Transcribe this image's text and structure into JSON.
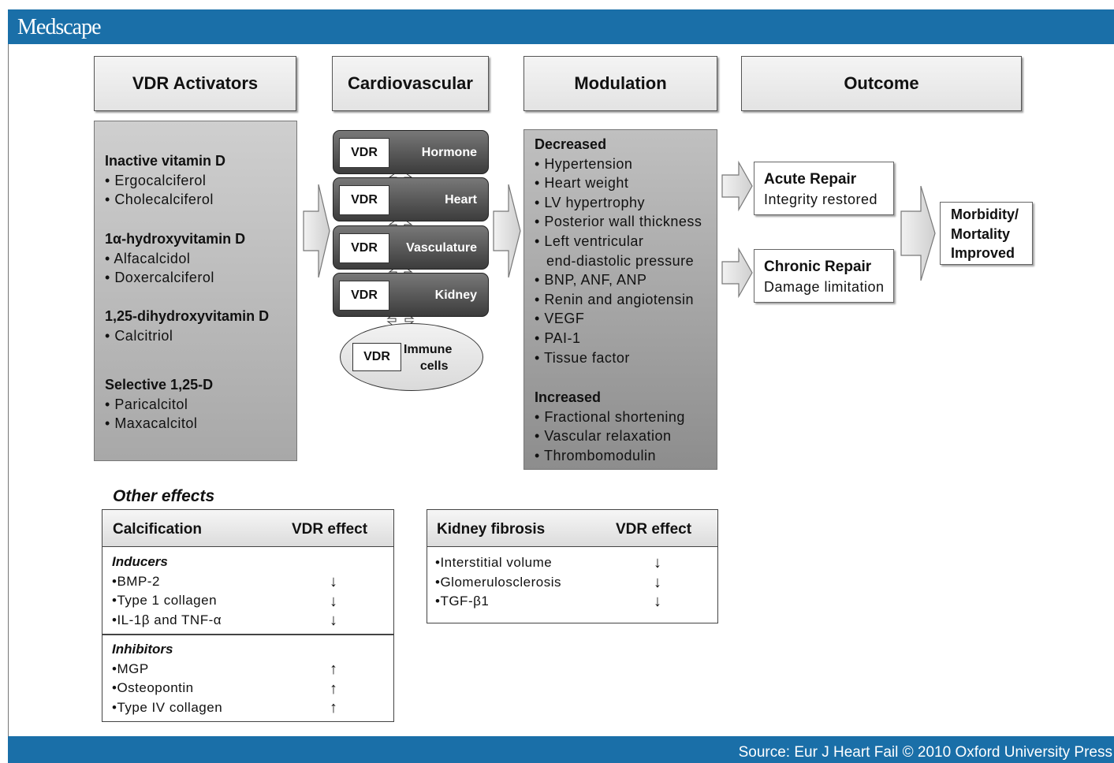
{
  "header": {
    "brand": "Medscape"
  },
  "footer": {
    "source": "Source: Eur J Heart Fail © 2010 Oxford University Press"
  },
  "columns": {
    "activators": "VDR Activators",
    "cardiovascular": "Cardiovascular",
    "modulation": "Modulation",
    "outcome": "Outcome"
  },
  "activators": [
    {
      "title": "Inactive vitamin D",
      "items": [
        "Ergocalciferol",
        "Cholecalciferol"
      ]
    },
    {
      "title": "1α-hydroxyvitamin D",
      "items": [
        "Alfacalcidol",
        "Doxercalciferol"
      ]
    },
    {
      "title": "1,25-dihydroxyvitamin D",
      "items": [
        "Calcitriol"
      ]
    },
    {
      "title": "Selective 1,25-D",
      "items": [
        "Paricalcitol",
        "Maxacalcitol"
      ]
    }
  ],
  "cardiovascular": {
    "vdr_label": "VDR",
    "targets": [
      "Hormone",
      "Heart",
      "Vasculature",
      "Kidney"
    ],
    "immune_line1": "Immune",
    "immune_line2": "cells"
  },
  "modulation": {
    "decreased_title": "Decreased",
    "decreased": [
      "Hypertension",
      "Heart weight",
      "LV hypertrophy",
      "Posterior wall thickness",
      "Left ventricular",
      "end-diastolic pressure",
      "BNP, ANF, ANP",
      "Renin and angiotensin",
      "VEGF",
      "PAI-1",
      "Tissue factor"
    ],
    "increased_title": "Increased",
    "increased": [
      "Fractional shortening",
      "Vascular relaxation",
      "Thrombomodulin"
    ]
  },
  "outcome": {
    "acute_title": "Acute Repair",
    "acute_sub": "Integrity restored",
    "chronic_title": "Chronic Repair",
    "chronic_sub": "Damage limitation",
    "final_line1": "Morbidity/",
    "final_line2": "Mortality",
    "final_line3": "Improved"
  },
  "other_effects": {
    "title": "Other effects",
    "calcification": {
      "col1": "Calcification",
      "col2": "VDR effect",
      "inducers_title": "Inducers",
      "inducers": [
        {
          "label": "BMP-2",
          "arrow": "↓"
        },
        {
          "label": "Type 1 collagen",
          "arrow": "↓"
        },
        {
          "label": "IL-1β and TNF-α",
          "arrow": "↓"
        }
      ],
      "inhibitors_title": "Inhibitors",
      "inhibitors": [
        {
          "label": "MGP",
          "arrow": "↑"
        },
        {
          "label": "Osteopontin",
          "arrow": "↑"
        },
        {
          "label": "Type IV collagen",
          "arrow": "↑"
        }
      ]
    },
    "kidney": {
      "col1": "Kidney fibrosis",
      "col2": "VDR effect",
      "items": [
        {
          "label": "Interstitial volume",
          "arrow": "↓"
        },
        {
          "label": "Glomerulosclerosis",
          "arrow": "↓"
        },
        {
          "label": "TGF-β1",
          "arrow": "↓"
        }
      ]
    }
  },
  "colors": {
    "brand_bar": "#1a6fa8"
  }
}
